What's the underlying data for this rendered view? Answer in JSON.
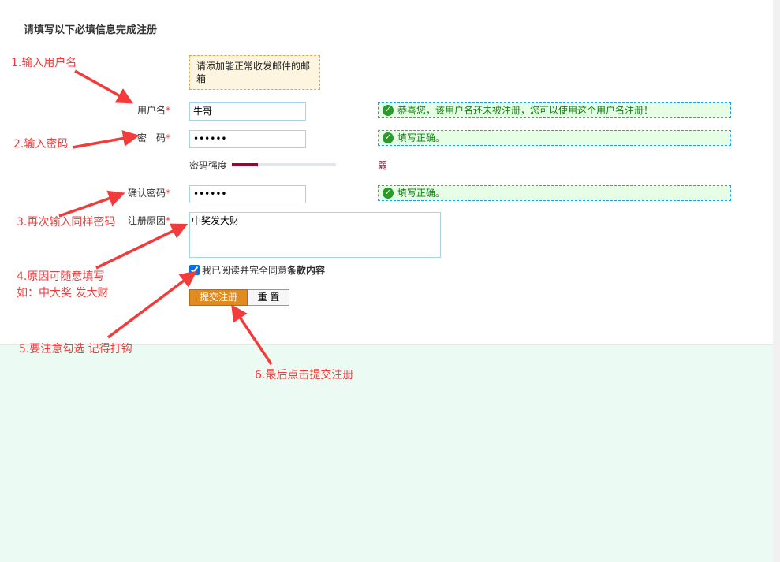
{
  "form": {
    "title": "请填写以下必填信息完成注册",
    "email_tip": "请添加能正常收发邮件的邮箱",
    "username_label": "用户名",
    "username_value": "牛哥",
    "username_msg": "恭喜您，该用户名还未被注册，您可以使用这个用户名注册！",
    "password_label": "密　码",
    "password_value": "••••••",
    "password_msg": "填写正确。",
    "strength_label": "密码强度",
    "strength_value": "弱",
    "strength_fraction": 0.25,
    "confirm_label": "确认密码",
    "confirm_value": "••••••",
    "confirm_msg": "填写正确。",
    "reason_label": "注册原因",
    "reason_value": "中奖发大财",
    "required_mark": "*",
    "agree_text": "我已阅读并完全同意",
    "agree_link": "条款内容",
    "agree_checked": true,
    "submit_label": "提交注册",
    "reset_label": "重 置"
  },
  "annotations": {
    "a1": "1.输入用户名",
    "a2": "2.输入密码",
    "a3": "3.再次输入同样密码",
    "a4_line1": "4.原因可随意填写",
    "a4_line2": "如：中大奖 发大财",
    "a5": "5.要注意勾选 记得打钩",
    "a6": "6.最后点击提交注册"
  }
}
